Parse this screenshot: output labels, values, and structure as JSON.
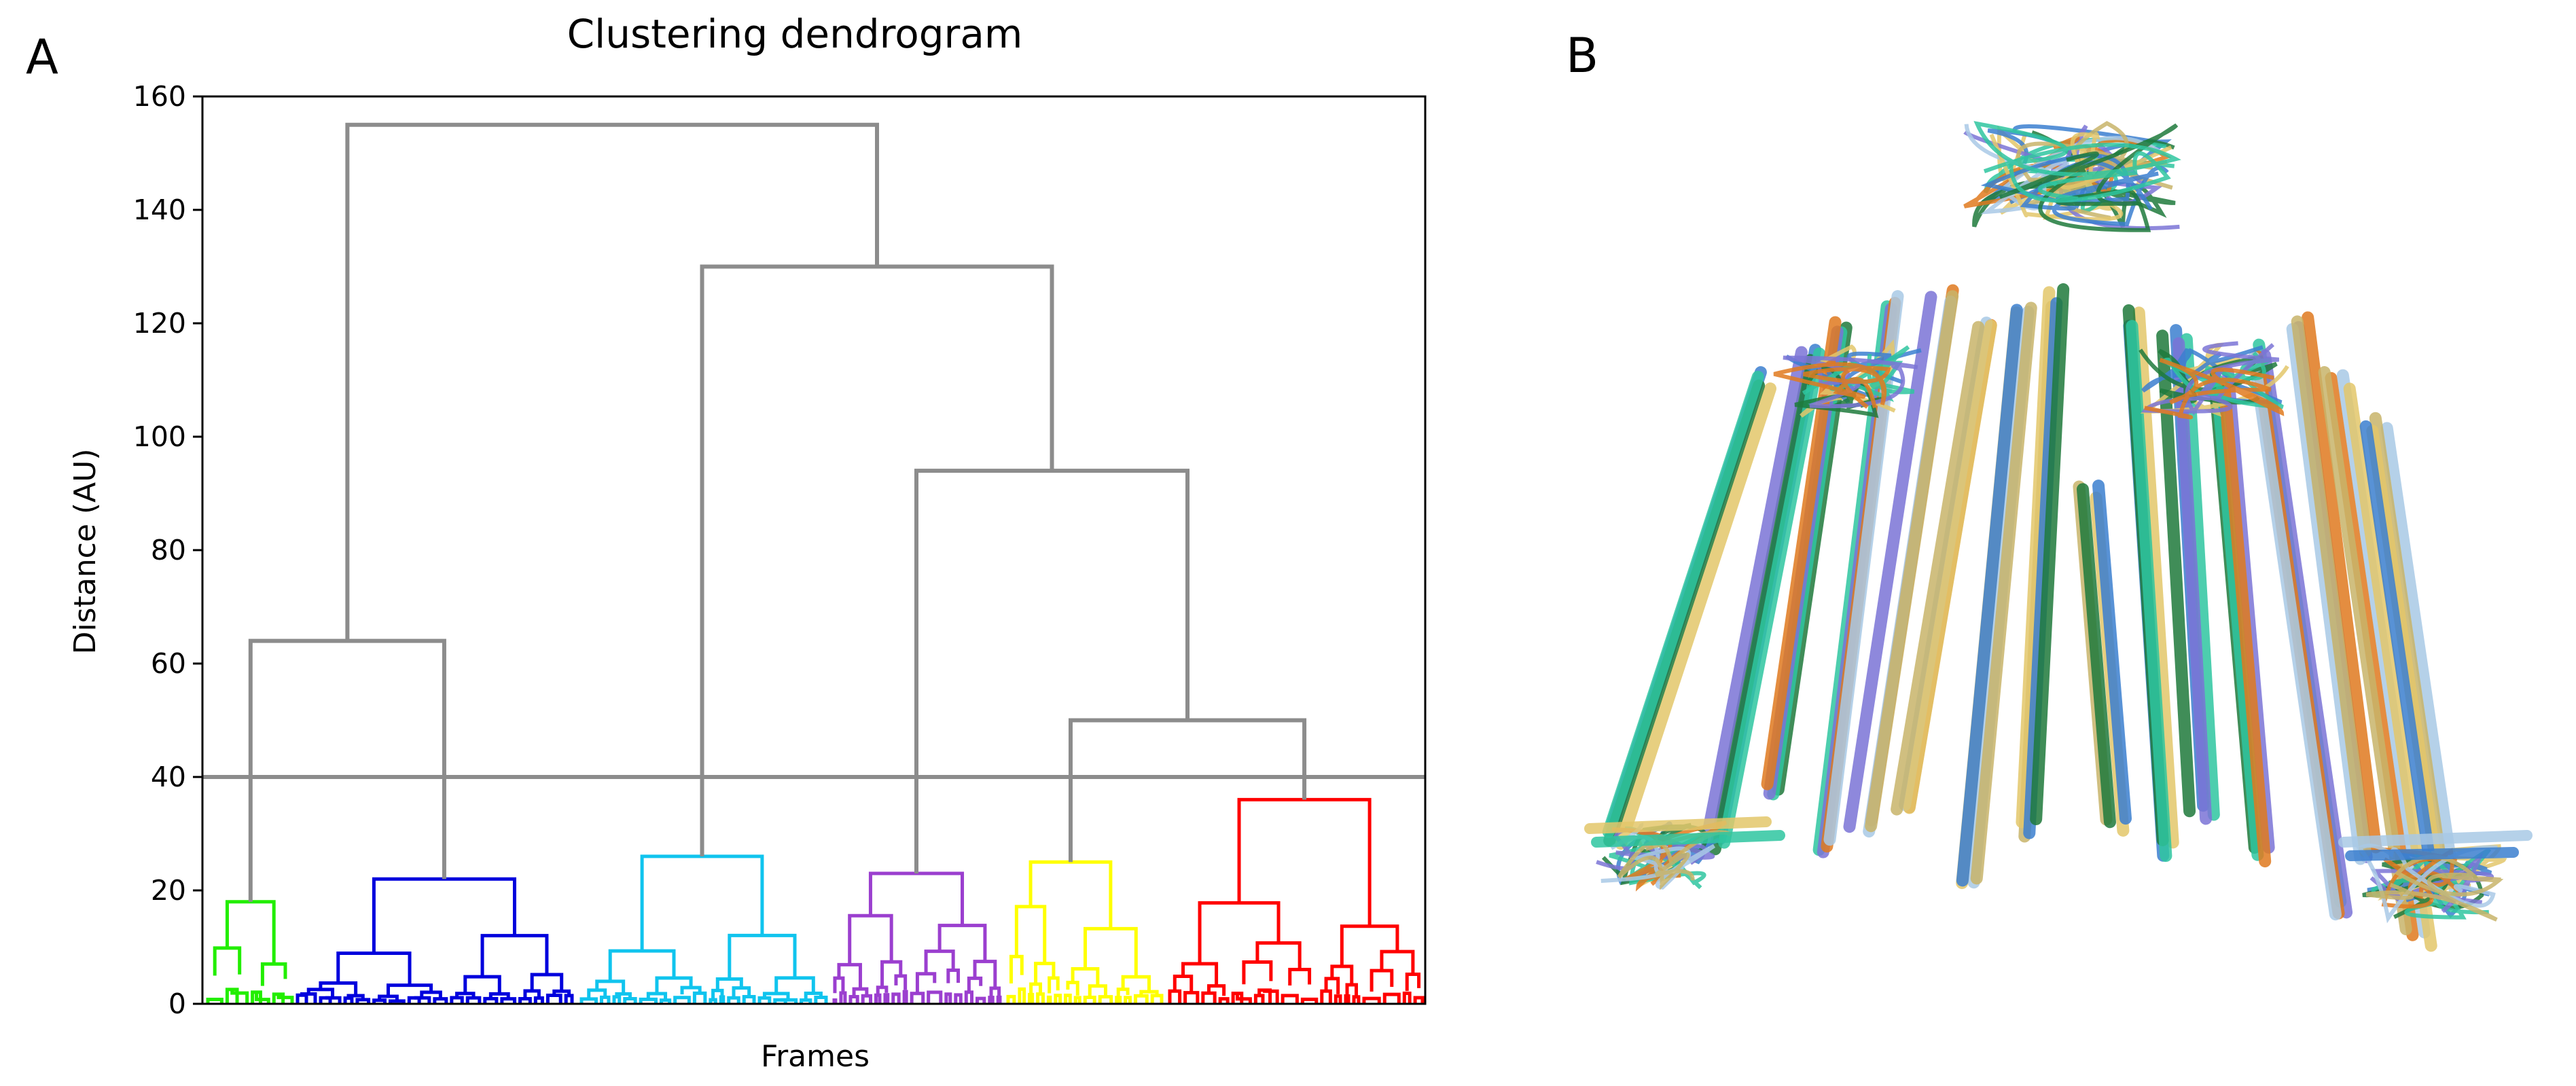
{
  "panel_a_label": "A",
  "panel_b_label": "B",
  "chart_data": {
    "type": "dendrogram",
    "title": "Clustering dendrogram",
    "xlabel": "Frames",
    "ylabel": "Distance (AU)",
    "ylim": [
      0,
      160
    ],
    "yticks": [
      0,
      20,
      40,
      60,
      80,
      100,
      120,
      140,
      160
    ],
    "cut_threshold": 40,
    "link_color_above_threshold": "#8c8c8c",
    "clusters": [
      {
        "color": "#22ee00",
        "merge_height": 18
      },
      {
        "color": "#0000dd",
        "merge_height": 22
      },
      {
        "color": "#10c4ee",
        "merge_height": 26
      },
      {
        "color": "#9b3fcf",
        "merge_height": 23
      },
      {
        "color": "#ffff00",
        "merge_height": 25
      },
      {
        "color": "#ff0000",
        "merge_height": 36
      }
    ],
    "upper_merges": [
      {
        "joins": "green+blue",
        "height": 64
      },
      {
        "joins": "yellow+red",
        "height": 50
      },
      {
        "joins": "purple+(yellow,red)",
        "height": 94
      },
      {
        "joins": "cyan+(purple,yellow,red)",
        "height": 130
      },
      {
        "joins": "root",
        "height": 155
      }
    ]
  },
  "structure_colors": [
    "#e3c76b",
    "#3b7fd0",
    "#1f7a3c",
    "#2fc6a0",
    "#7b74d6",
    "#e07a1f",
    "#a9c9e6",
    "#c8b46a"
  ]
}
